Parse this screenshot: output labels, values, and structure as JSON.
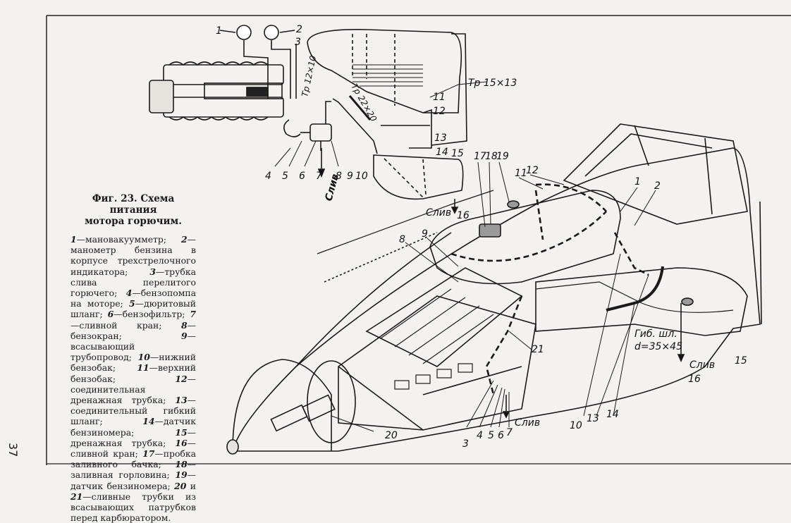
{
  "page_number": "37",
  "figure": {
    "caption_title_line1": "Фиг. 23. Схема питания",
    "caption_title_line2": "мотора горючим.",
    "legend": [
      {
        "num": "1",
        "text": "—мановакуумметр; "
      },
      {
        "num": "2",
        "text": "—манометр бензина в корпусе трехстрелочного индикатора; "
      },
      {
        "num": "3",
        "text": "—трубка слива перелитого горючего; "
      },
      {
        "num": "4",
        "text": "—бензопомпа на моторе; "
      },
      {
        "num": "5",
        "text": "—дюритовый шланг; "
      },
      {
        "num": "6",
        "text": "—бензофильтр; "
      },
      {
        "num": "7",
        "text": "—сливной кран; "
      },
      {
        "num": "8",
        "text": "—бензокран; "
      },
      {
        "num": "9",
        "text": "—всасывающий трубопровод; "
      },
      {
        "num": "10",
        "text": "—нижний бензобак; "
      },
      {
        "num": "11",
        "text": "—верхний бензобак; "
      },
      {
        "num": "12",
        "text": "—соединительная дренажная трубка; "
      },
      {
        "num": "13",
        "text": "—соединительный гибкий шланг; "
      },
      {
        "num": "14",
        "text": "—датчик бензиномера; "
      },
      {
        "num": "15",
        "text": "—дренажная трубка; "
      },
      {
        "num": "16",
        "text": "—сливной кран; "
      },
      {
        "num": "17",
        "text": "—пробка заливного бачка; "
      },
      {
        "num": "18",
        "text": "—заливная горловина; "
      },
      {
        "num": "19",
        "text": "—датчик бензиномера; "
      },
      {
        "num": "20",
        "text": " и "
      },
      {
        "num": "21",
        "text": "—сливные трубки из всасывающих патрубков перед карбюратором."
      }
    ]
  },
  "schematic_labels": {
    "n1": "1",
    "n2": "2",
    "n3": "3",
    "n4": "4",
    "n5": "5",
    "n6": "6",
    "n7": "7",
    "n8": "8",
    "n9": "9",
    "n10": "10",
    "n11": "11",
    "n12": "12",
    "n13": "13",
    "n14": "14",
    "n15": "15",
    "n16": "16",
    "pipe_a": "Тр 12×10",
    "pipe_b": "Тр 22×20",
    "pipe_c": "Тр 15×13",
    "drain_left": "Слив",
    "drain_bottom": "Слив"
  },
  "perspective_labels": {
    "n1": "1",
    "n2": "2",
    "n3": "3",
    "n4": "4",
    "n5": "5",
    "n6": "6",
    "n7": "7",
    "n8": "8",
    "n9": "9",
    "n10": "10",
    "n11": "11",
    "n12": "12",
    "n13": "13",
    "n14": "14",
    "n15": "15",
    "n16": "16",
    "n17": "17",
    "n18": "18",
    "n19": "19",
    "n20": "20",
    "n21": "21",
    "hose": "Гиб. шл.",
    "hose_dim": "d=35×45",
    "drain_right": "Слив",
    "drain_engine": "Слив"
  }
}
